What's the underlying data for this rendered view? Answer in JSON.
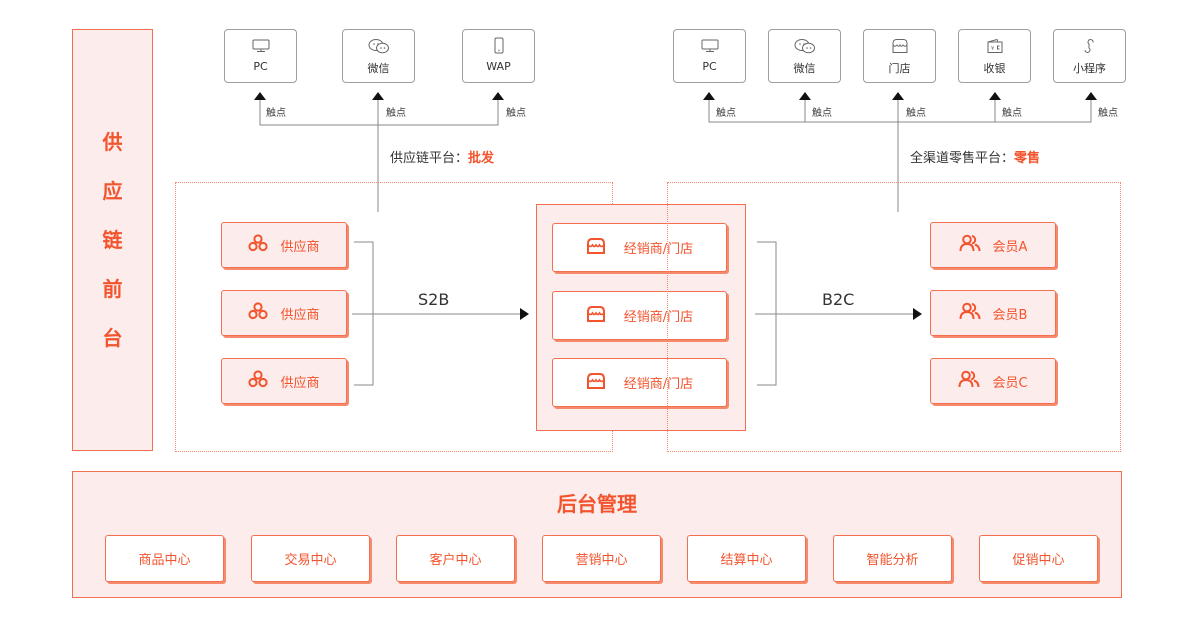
{
  "left_panel": {
    "label_chars": [
      "供",
      "应",
      "链",
      "前",
      "台"
    ]
  },
  "supply_platform": {
    "channels": [
      {
        "label": "PC",
        "icon": "monitor-icon"
      },
      {
        "label": "微信",
        "icon": "wechat-icon"
      },
      {
        "label": "WAP",
        "icon": "mobile-icon"
      }
    ],
    "touch_label": "触点",
    "platform_prefix": "供应链平台：",
    "platform_highlight": "批发",
    "suppliers": [
      {
        "label": "供应商",
        "icon": "supplier-hexagons-icon"
      },
      {
        "label": "供应商",
        "icon": "supplier-hexagons-icon"
      },
      {
        "label": "供应商",
        "icon": "supplier-hexagons-icon"
      }
    ],
    "flow_label": "S2B"
  },
  "dealers": [
    {
      "label": "经销商/门店",
      "icon": "store-icon"
    },
    {
      "label": "经销商/门店",
      "icon": "store-icon"
    },
    {
      "label": "经销商/门店",
      "icon": "store-icon"
    }
  ],
  "retail_platform": {
    "channels": [
      {
        "label": "PC",
        "icon": "monitor-icon"
      },
      {
        "label": "微信",
        "icon": "wechat-icon"
      },
      {
        "label": "门店",
        "icon": "store-icon"
      },
      {
        "label": "收银",
        "icon": "cashier-wallet-icon"
      },
      {
        "label": "小程序",
        "icon": "mini-program-icon"
      }
    ],
    "touch_label": "触点",
    "platform_prefix": "全渠道零售平台：",
    "platform_highlight": "零售",
    "members": [
      {
        "label": "会员A",
        "icon": "members-icon"
      },
      {
        "label": "会员B",
        "icon": "members-icon"
      },
      {
        "label": "会员C",
        "icon": "members-icon"
      }
    ],
    "flow_label": "B2C"
  },
  "backend": {
    "title": "后台管理",
    "modules": [
      "商品中心",
      "交易中心",
      "客户中心",
      "营销中心",
      "结算中心",
      "智能分析",
      "促销中心"
    ]
  },
  "colors": {
    "accent": "#f2542d",
    "panel_fill": "#fdecec",
    "border": "#f26f4f",
    "line": "#8a8a8a"
  }
}
